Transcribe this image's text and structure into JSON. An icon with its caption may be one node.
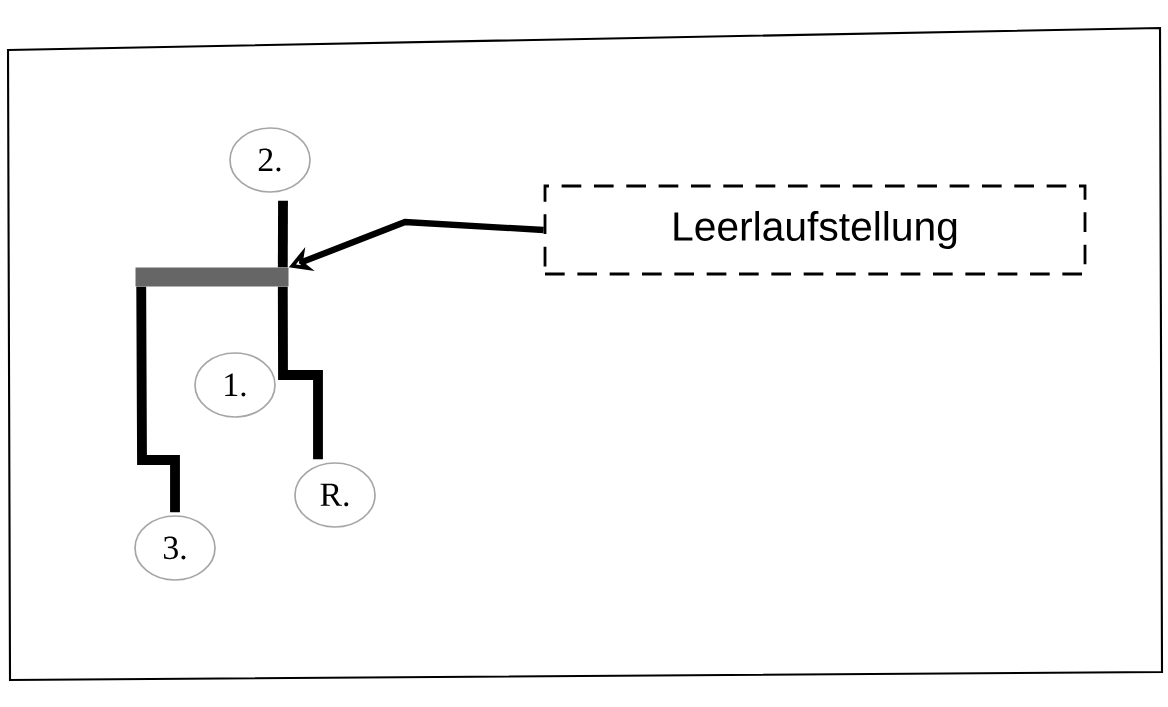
{
  "diagram": {
    "nodes": [
      {
        "text": [
          "2."
        ]
      },
      {
        "text": [
          "Leerlaufstellung"
        ]
      },
      {
        "text": [],
        "shape": "bar"
      },
      {
        "text": [
          "1."
        ]
      },
      {
        "text": [
          "R."
        ]
      },
      {
        "text": [
          "3."
        ]
      }
    ],
    "edges": [
      {
        "from": 1,
        "to": 2,
        "arrow": "to"
      },
      {
        "from": 0,
        "to": 2,
        "arrow": "none"
      },
      {
        "from": 2,
        "to": 4,
        "arrow": "none"
      },
      {
        "from": 2,
        "to": 5,
        "arrow": "none"
      }
    ]
  }
}
